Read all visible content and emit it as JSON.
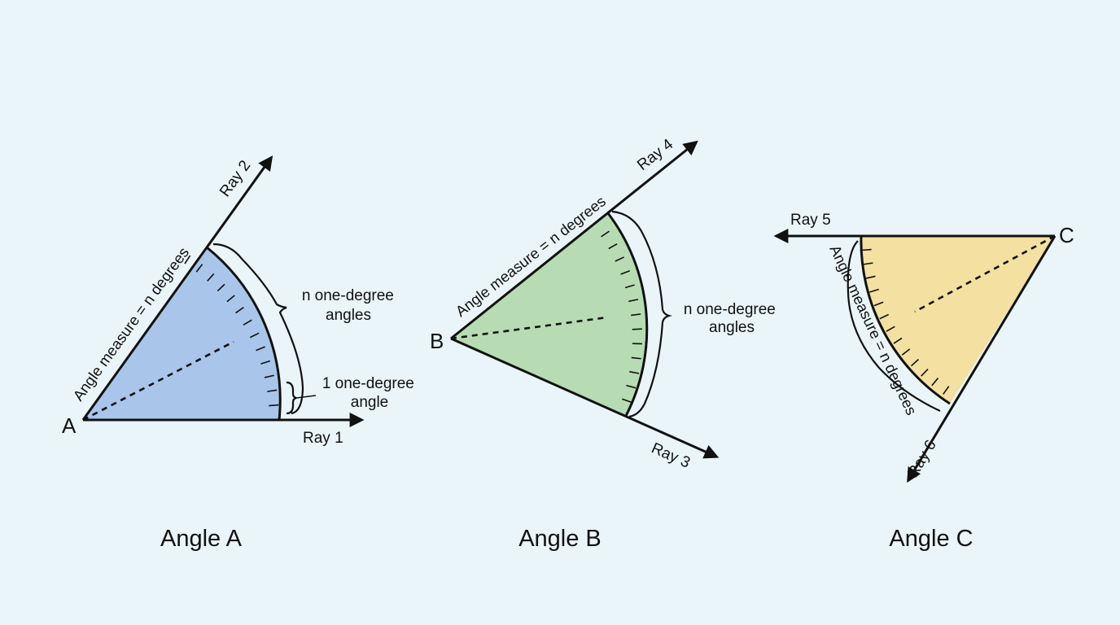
{
  "angle_a": {
    "vertex": "A",
    "ray_start": "Ray 1",
    "ray_end": "Ray 2",
    "measure": "Angle measure = n degrees",
    "brace_label": [
      "n one-degree",
      "angles"
    ],
    "small_brace_label": [
      "1 one-degree",
      "angle"
    ],
    "caption": "Angle A",
    "fill": "#a9c5ea"
  },
  "angle_b": {
    "vertex": "B",
    "ray_start": "Ray 3",
    "ray_end": "Ray 4",
    "measure": "Angle measure = n degrees",
    "brace_label": [
      "n one-degree",
      "angles"
    ],
    "caption": "Angle B",
    "fill": "#b7dcb3"
  },
  "angle_c": {
    "vertex": "C",
    "ray_start": "Ray 5",
    "ray_end": "Ray 6",
    "measure": "Angle measure = n degrees",
    "caption": "Angle C",
    "fill": "#f4e0a0"
  }
}
